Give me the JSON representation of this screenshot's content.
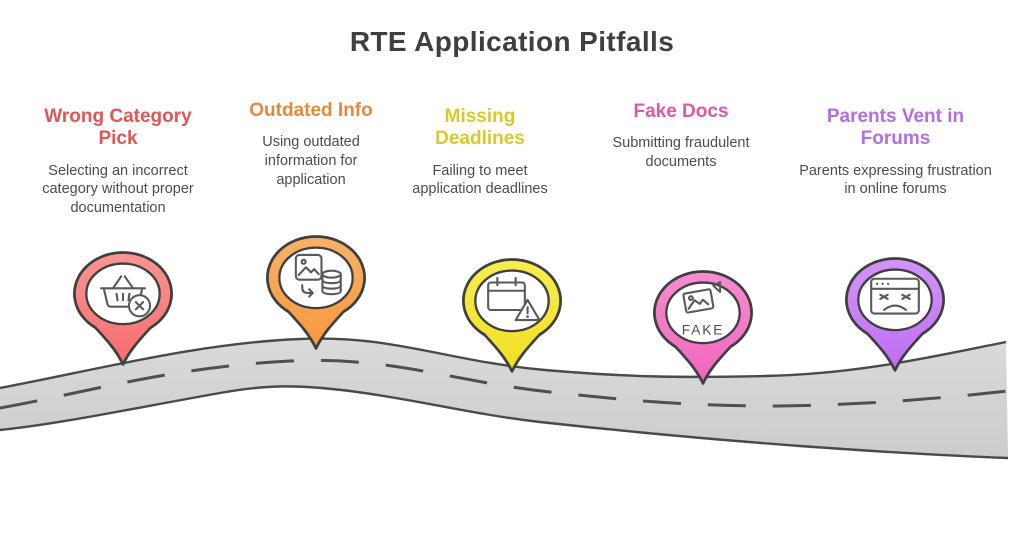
{
  "title": "RTE Application Pitfalls",
  "items": [
    {
      "heading": "Wrong Category Pick",
      "description": "Selecting an incorrect category without proper documentation",
      "heading_color": "#e25555",
      "pin_color": "#f87e7e",
      "icon": "basket-x-icon"
    },
    {
      "heading": "Outdated Info",
      "description": "Using outdated information for application",
      "heading_color": "#e7893c",
      "pin_color": "#f6a04b",
      "icon": "image-to-database-icon"
    },
    {
      "heading": "Missing Deadlines",
      "description": "Failing to meet application deadlines",
      "heading_color": "#dcc82b",
      "pin_color": "#f5e634",
      "icon": "calendar-warning-icon"
    },
    {
      "heading": "Fake Docs",
      "description": "Submitting fraudulent documents",
      "heading_color": "#dd58a8",
      "pin_color": "#f472c5",
      "icon": "fake-photo-icon",
      "icon_label": "FAKE"
    },
    {
      "heading": "Parents Vent in Forums",
      "description": "Parents expressing frustration in online forums",
      "heading_color": "#b26ee6",
      "pin_color": "#c77ef5",
      "icon": "angry-browser-icon"
    }
  ],
  "road": {
    "fill": "#d4d4d4",
    "outline": "#4a4a4a",
    "dash_color": "#4f4f4f"
  }
}
